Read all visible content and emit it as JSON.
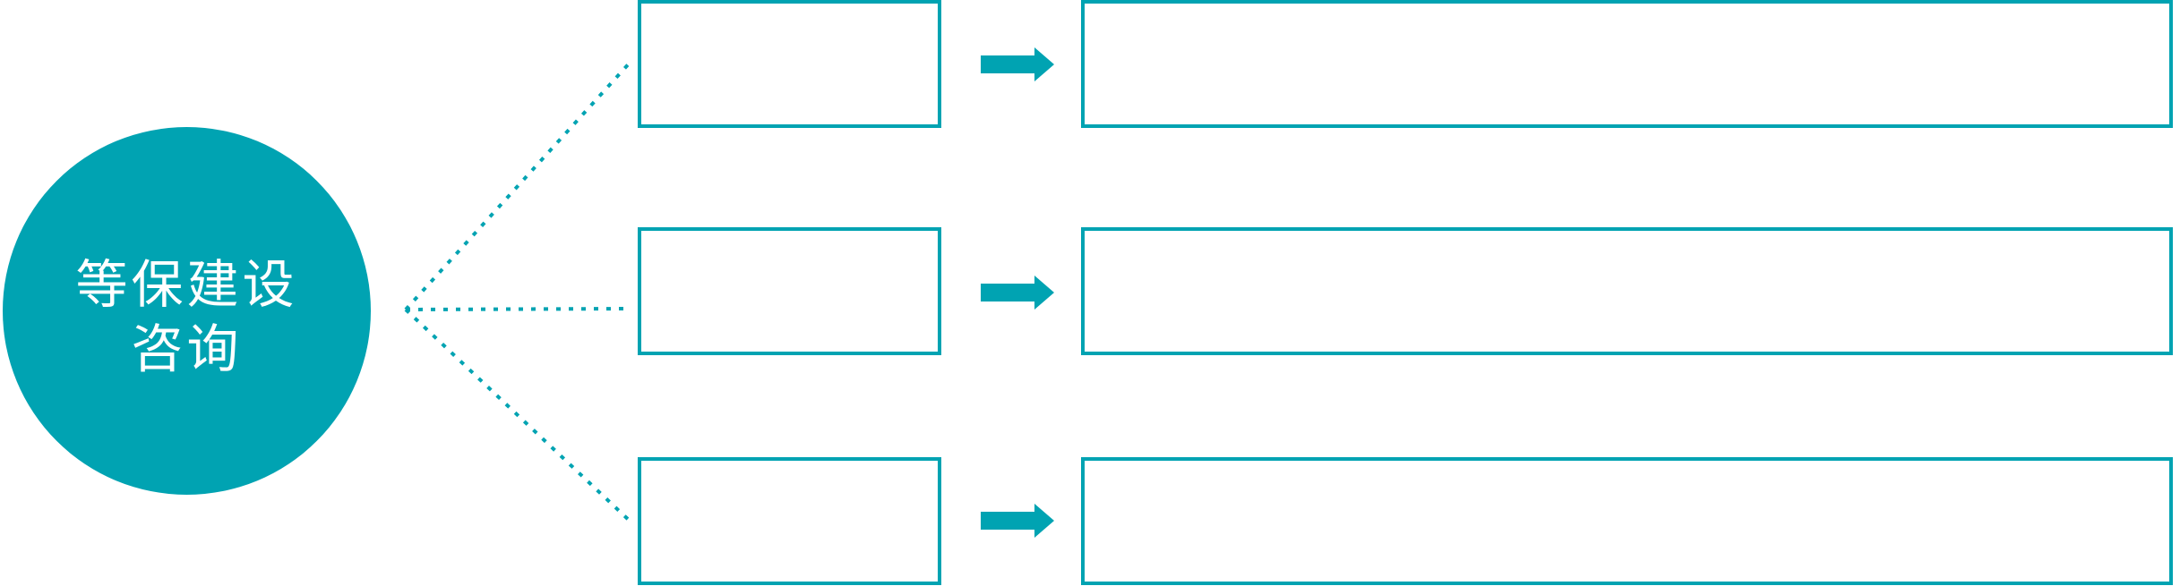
{
  "colors": {
    "accent_teal": "#00a3b2",
    "background": "#ffffff",
    "box_fill": "#ffffff",
    "text_on_accent": "#ffffff"
  },
  "diagram": {
    "type": "radial-flow",
    "root": {
      "label": "等保建设咨询",
      "label_line1": "等保建设",
      "label_line2": "咨询"
    },
    "branches": [
      {
        "small_box_text": "",
        "large_box_text": ""
      },
      {
        "small_box_text": "",
        "large_box_text": ""
      },
      {
        "small_box_text": "",
        "large_box_text": ""
      }
    ],
    "icons": {
      "connector": "dotted-connector",
      "arrow": "arrow-right-icon"
    }
  }
}
